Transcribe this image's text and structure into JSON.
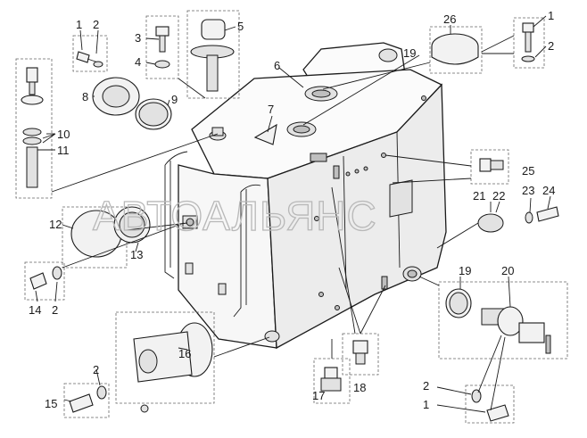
{
  "watermark": "АВТОАЛЬЯНС",
  "callouts": {
    "n1a": "1",
    "n2a": "2",
    "n3": "3",
    "n4": "4",
    "n5": "5",
    "n26": "26",
    "n1b": "1",
    "n2b": "2",
    "n6": "6",
    "n19a": "19",
    "n8": "8",
    "n9": "9",
    "n7": "7",
    "n10": "10",
    "n11": "11",
    "n25": "25",
    "n21": "21",
    "n22": "22",
    "n23": "23",
    "n24": "24",
    "n12": "12",
    "n13": "13",
    "n14": "14",
    "n2c": "2",
    "n19b": "19",
    "n20": "20",
    "n16": "16",
    "n2d": "2",
    "n15": "15",
    "n18": "18",
    "n17": "17",
    "n2e": "2",
    "n1c": "1"
  },
  "colors": {
    "line": "#1a1a1a",
    "watermark": "#b8b8b8",
    "background": "#ffffff"
  }
}
